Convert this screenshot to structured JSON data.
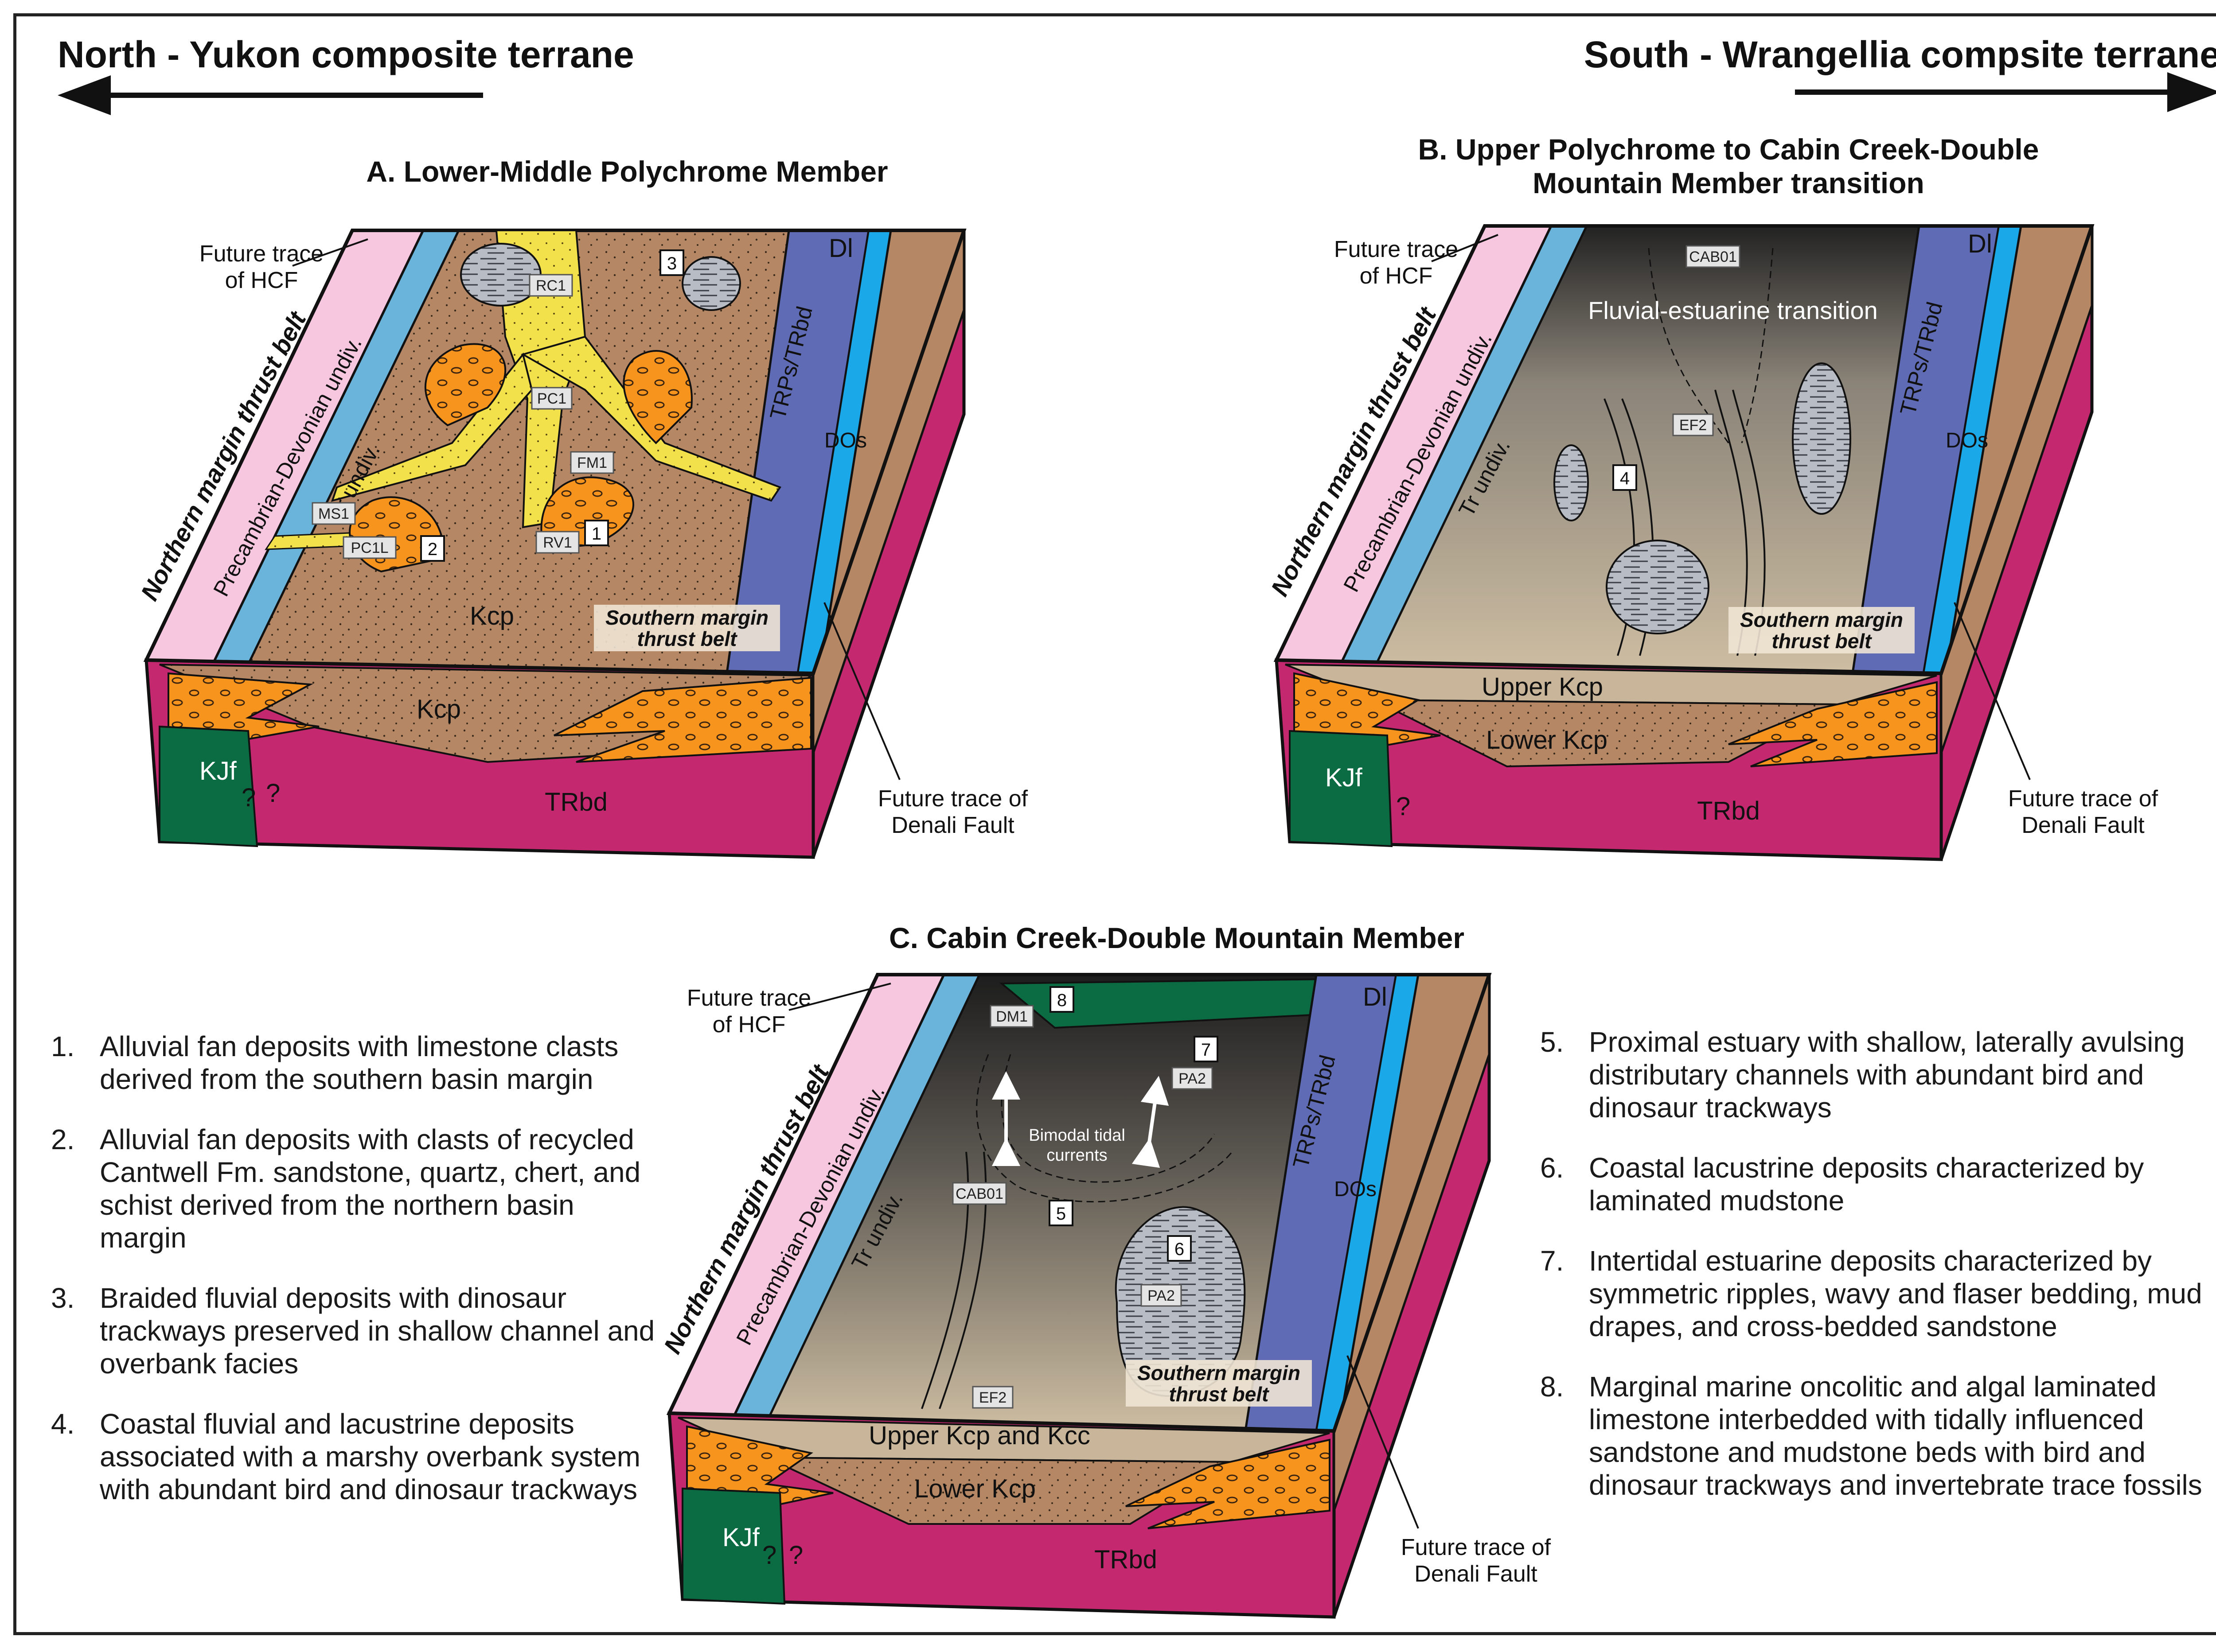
{
  "header": {
    "left": "North - Yukon composite terrane",
    "right": "South - Wrangellia compsite terrane"
  },
  "panels": [
    {
      "title": "A. Lower-Middle Polychrome Member",
      "hcf": [
        "Future trace",
        "of HCF"
      ],
      "denali": [
        "Future trace of",
        "Denali Fault"
      ],
      "smtb": [
        "Southern margin",
        "thrust belt"
      ],
      "belt": "Northern margin thrust belt",
      "units": {
        "pc": "Precambrian-Devonian undiv.",
        "tr": "Tr undiv.",
        "dl": "Dl",
        "trps": "TRPs/TRbd",
        "dos": "DOs",
        "kcp_top": "Kcp",
        "kcp_front": "Kcp",
        "kjf": "KJf",
        "q1": "?",
        "q2": "?",
        "trbd": "TRbd"
      },
      "tags": [
        "RC1",
        "PC1",
        "FM1",
        "RV1",
        "MS1",
        "PC1L"
      ],
      "numbers": [
        "1",
        "2",
        "3"
      ]
    },
    {
      "title": [
        "B. Upper Polychrome to Cabin Creek-Double",
        "Mountain Member transition"
      ],
      "hcf": [
        "Future trace",
        "of HCF"
      ],
      "denali": [
        "Future trace of",
        "Denali Fault"
      ],
      "smtb": [
        "Southern margin",
        "thrust belt"
      ],
      "belt": "Northern margin thrust belt",
      "transition": "Fluvial-estuarine transition",
      "units": {
        "pc": "Precambrian-Devonian undiv.",
        "tr": "Tr undiv.",
        "dl": "Dl",
        "trps": "TRPs/TRbd",
        "dos": "DOs",
        "upper": "Upper Kcp",
        "lower": "Lower Kcp",
        "kjf": "KJf",
        "q1": "?",
        "trbd": "TRbd"
      },
      "tags": [
        "CAB01",
        "EF2"
      ],
      "numbers": [
        "4"
      ]
    },
    {
      "title": "C. Cabin Creek-Double Mountain Member",
      "hcf": [
        "Future trace",
        "of HCF"
      ],
      "denali": [
        "Future trace of",
        "Denali Fault"
      ],
      "smtb": [
        "Southern margin",
        "thrust belt"
      ],
      "belt": "Northern margin thrust belt",
      "tidal": [
        "Bimodal tidal",
        "currents"
      ],
      "units": {
        "pc": "Precambrian-Devonian undiv.",
        "tr": "Tr undiv.",
        "dl": "Dl",
        "trps": "TRPs/TRbd",
        "dos": "DOs",
        "upper": "Upper Kcp and Kcc",
        "lower": "Lower Kcp",
        "kjf": "KJf",
        "q1": "?",
        "q2": "?",
        "trbd": "TRbd"
      },
      "tags": [
        "DM1",
        "PA2",
        "CAB01",
        "PA2",
        "EF2"
      ],
      "numbers": [
        "8",
        "7",
        "5",
        "6"
      ]
    }
  ],
  "legend_left": [
    {
      "n": "1.",
      "text": "Alluvial fan deposits with limestone clasts derived from the southern basin margin"
    },
    {
      "n": "2.",
      "text": "Alluvial fan deposits with clasts of recycled Cantwell Fm. sandstone, quartz, chert, and schist derived from the northern basin margin"
    },
    {
      "n": "3.",
      "text": "Braided fluvial deposits with dinosaur trackways preserved in shallow channel and overbank facies"
    },
    {
      "n": "4.",
      "text": "Coastal fluvial and lacustrine deposits associated with a marshy overbank system with abundant bird and dinosaur trackways"
    }
  ],
  "legend_right": [
    {
      "n": "5.",
      "text": "Proximal estuary with shallow, laterally avulsing distributary channels with abundant bird and dinosaur trackways"
    },
    {
      "n": "6.",
      "text": "Coastal lacustrine deposits characterized by laminated mudstone"
    },
    {
      "n": "7.",
      "text": "Intertidal estuarine deposits characterized by symmetric ripples, wavy and flaser bedding, mud drapes, and cross-bedded sandstone"
    },
    {
      "n": "8.",
      "text": "Marginal marine oncolitic and algal laminated limestone interbedded with tidally influenced sandstone and mudstone beds with bird and dinosaur trackways and invertebrate trace fossils"
    }
  ],
  "colors": {
    "pink": "#f7c6df",
    "blue": "#6ab4dc",
    "bright_blue": "#1ba8e8",
    "purple": "#5f6bb5",
    "brown": "#b58764",
    "orange": "#f7941d",
    "yellow": "#f2e14a",
    "magenta": "#c4286f",
    "green": "#0b6b42",
    "grey": "#b8bcc4",
    "tan": "#c8b59a"
  }
}
